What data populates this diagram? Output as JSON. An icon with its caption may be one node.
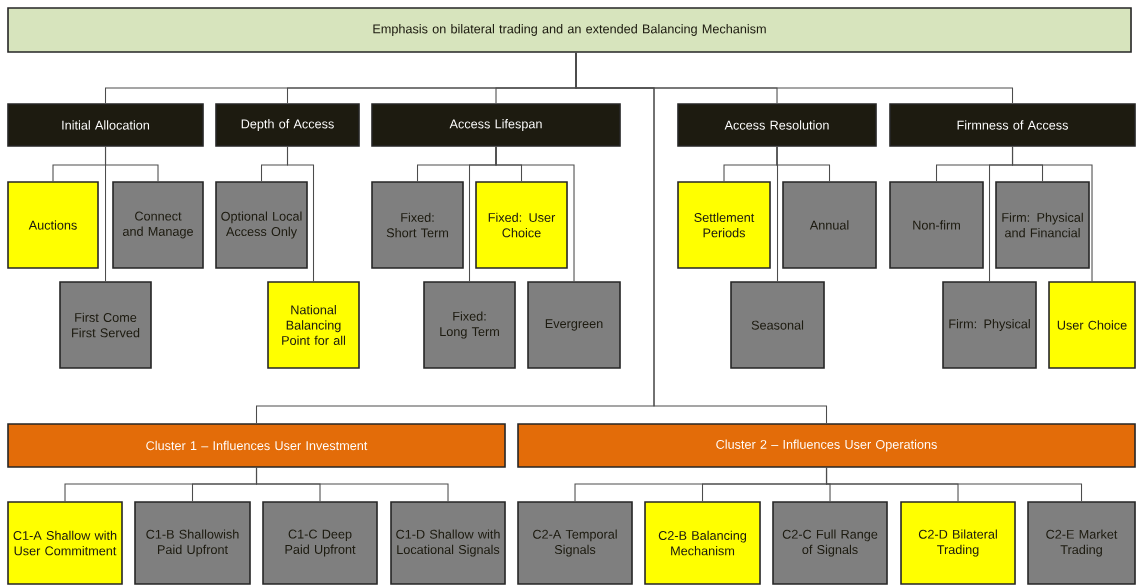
{
  "diagram": {
    "nodes": [
      {
        "text": [
          "Emphasis on bilateral trading  and an extended Balancing Mechanism"
        ]
      },
      {
        "text": [
          "Initial Allocation"
        ]
      },
      {
        "text": [
          "Depth of Access"
        ]
      },
      {
        "text": [
          "Access Lifespan"
        ]
      },
      {
        "text": [
          "Access Resolution"
        ]
      },
      {
        "text": [
          "Firmness of Access"
        ]
      },
      {
        "text": [
          "Auctions"
        ]
      },
      {
        "text": [
          "Connect and Manage"
        ]
      },
      {
        "text": [
          "First Come First Served"
        ]
      },
      {
        "text": [
          "Optional Local Access Only"
        ]
      },
      {
        "text": [
          "National Balancing Point for all"
        ]
      },
      {
        "text": [
          "Fixed: Short Term"
        ]
      },
      {
        "text": [
          "Fixed: User Choice"
        ]
      },
      {
        "text": [
          "Fixed: Long Term"
        ]
      },
      {
        "text": [
          "Evergreen"
        ]
      },
      {
        "text": [
          "Settlement Periods"
        ]
      },
      {
        "text": [
          "Annual"
        ]
      },
      {
        "text": [
          "Seasonal"
        ]
      },
      {
        "text": [
          "Non-firm"
        ]
      },
      {
        "text": [
          "Firm: Physical and Financial"
        ]
      },
      {
        "text": [
          "Firm: Physical"
        ]
      },
      {
        "text": [
          "User Choice"
        ]
      },
      {
        "text": [
          "Cluster 1 – Influences User Investment"
        ]
      },
      {
        "text": [
          "Cluster 2 – Influences User Operations"
        ]
      },
      {
        "text": [
          "C1-A Shallow with User Commitment"
        ]
      },
      {
        "text": [
          "C1-B Shallowish Paid Upfront"
        ]
      },
      {
        "text": [
          "C1-C Deep Paid Upfront"
        ]
      },
      {
        "text": [
          "C1-D Shallow with Locational Signals"
        ]
      },
      {
        "text": [
          "C2-A Temporal Signals"
        ]
      },
      {
        "text": [
          "C2-B Balancing Mechanism"
        ]
      },
      {
        "text": [
          "C2-C Full Range of Signals"
        ]
      },
      {
        "text": [
          "C2-D Bilateral Trading"
        ]
      },
      {
        "text": [
          "C2-E Market Trading"
        ]
      }
    ],
    "edges": [
      {
        "from": 0,
        "to": 1,
        "arrow": "none"
      },
      {
        "from": 0,
        "to": 2,
        "arrow": "none"
      },
      {
        "from": 0,
        "to": 3,
        "arrow": "none"
      },
      {
        "from": 0,
        "to": 4,
        "arrow": "none"
      },
      {
        "from": 0,
        "to": 5,
        "arrow": "none"
      },
      {
        "from": 0,
        "to": 22,
        "arrow": "none"
      },
      {
        "from": 0,
        "to": 23,
        "arrow": "none"
      },
      {
        "from": 1,
        "to": 6,
        "arrow": "none"
      },
      {
        "from": 1,
        "to": 7,
        "arrow": "none"
      },
      {
        "from": 1,
        "to": 8,
        "arrow": "none"
      },
      {
        "from": 2,
        "to": 9,
        "arrow": "none"
      },
      {
        "from": 2,
        "to": 10,
        "arrow": "none"
      },
      {
        "from": 3,
        "to": 11,
        "arrow": "none"
      },
      {
        "from": 3,
        "to": 12,
        "arrow": "none"
      },
      {
        "from": 3,
        "to": 13,
        "arrow": "none"
      },
      {
        "from": 3,
        "to": 14,
        "arrow": "none"
      },
      {
        "from": 4,
        "to": 15,
        "arrow": "none"
      },
      {
        "from": 4,
        "to": 16,
        "arrow": "none"
      },
      {
        "from": 4,
        "to": 17,
        "arrow": "none"
      },
      {
        "from": 5,
        "to": 18,
        "arrow": "none"
      },
      {
        "from": 5,
        "to": 19,
        "arrow": "none"
      },
      {
        "from": 5,
        "to": 20,
        "arrow": "none"
      },
      {
        "from": 5,
        "to": 21,
        "arrow": "none"
      },
      {
        "from": 22,
        "to": 24,
        "arrow": "none"
      },
      {
        "from": 22,
        "to": 25,
        "arrow": "none"
      },
      {
        "from": 22,
        "to": 26,
        "arrow": "none"
      },
      {
        "from": 22,
        "to": 27,
        "arrow": "none"
      },
      {
        "from": 23,
        "to": 28,
        "arrow": "none"
      },
      {
        "from": 23,
        "to": 29,
        "arrow": "none"
      },
      {
        "from": 23,
        "to": 30,
        "arrow": "none"
      },
      {
        "from": 23,
        "to": 31,
        "arrow": "none"
      },
      {
        "from": 23,
        "to": 32,
        "arrow": "none"
      }
    ]
  }
}
